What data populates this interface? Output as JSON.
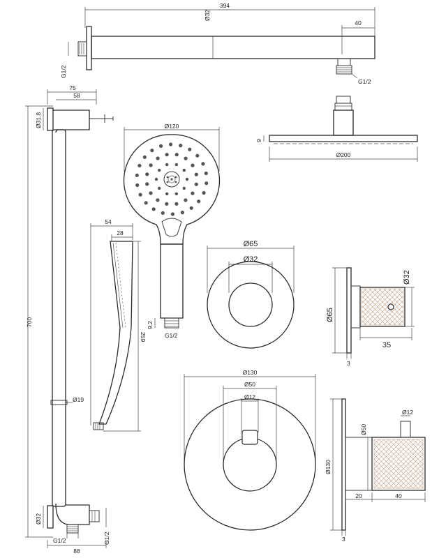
{
  "labels": {
    "arm_length": "394",
    "arm_tip": "40",
    "arm_dia": "Ø32",
    "arm_thread_left": "G1/2",
    "arm_thread_right": "G1/2",
    "rail_top_w75": "75",
    "rail_top_w58": "58",
    "rail_top_dia": "Ø31.8",
    "rail_length": "700",
    "rail_tube_dia": "Ø19",
    "rail_bottom_dia": "Ø32",
    "rail_bottom_thread_left": "G1/2",
    "rail_bottom_thread_right": "G1/2",
    "rail_bottom_width": "88",
    "handshower_dia": "Ø120",
    "handshower_thread": "G1/2",
    "handshower_nozzle": "9.2",
    "handshower_side_w54": "54",
    "handshower_side_w28": "28",
    "handshower_length": "259",
    "head_thickness": "9",
    "head_dia": "Ø200",
    "rosette_outer": "Ø65",
    "rosette_inner": "Ø32",
    "stop_height": "Ø65",
    "stop_knob": "Ø32",
    "stop_depth": "35",
    "stop_plate": "3",
    "mixer_plate": "Ø130",
    "mixer_body": "Ø50",
    "mixer_lever": "Ø12",
    "mixer_side_height": "Ø130",
    "mixer_side_body": "Ø50",
    "mixer_side_lever": "Ø12",
    "mixer_depth_20": "20",
    "mixer_depth_40": "40",
    "mixer_plate_thk": "3"
  },
  "colors": {
    "line": "#3a3a3a",
    "knurl": "#c9a38a"
  }
}
